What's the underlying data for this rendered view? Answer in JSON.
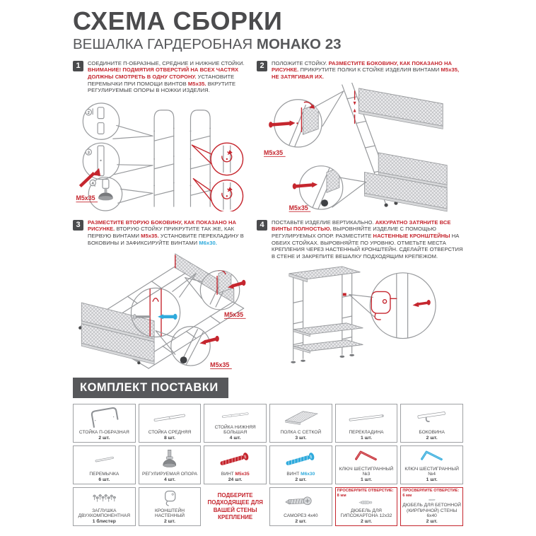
{
  "header": {
    "title": "СХЕМА СБОРКИ",
    "subtitle": "ВЕШАЛКА ГАРДЕРОБНАЯ",
    "subtitle_bold": "МОНАКО 23"
  },
  "colors": {
    "accent_red": "#C5262E",
    "accent_blue": "#2FAADC",
    "dark": "#4A4B4D"
  },
  "steps": [
    {
      "number": "1",
      "segments": [
        {
          "t": "СОЕДИНИТЕ П-ОБРАЗНЫЕ, СРЕДНИЕ И НИЖНИЕ СТОЙКИ. "
        },
        {
          "t": "ВНИМАНИЕ! ПОДМЯТИЯ ОТВЕРСТИЙ НА ВСЕХ ЧАСТЯХ ДОЛЖНЫ СМОТРЕТЬ В ОДНУ СТОРОНУ.",
          "c": "red"
        },
        {
          "t": " УСТАНОВИТЕ ПЕРЕМЫЧКИ ПРИ ПОМОЩИ ВИНТОВ "
        },
        {
          "t": "М5х35.",
          "c": "red"
        },
        {
          "t": " ВКРУТИТЕ РЕГУЛИРУЕМЫЕ ОПОРЫ В НОЖКИ ИЗДЕЛИЯ."
        }
      ],
      "diagram_labels": [
        "М5х35"
      ],
      "marks": [
        "2",
        "3",
        "4"
      ]
    },
    {
      "number": "2",
      "segments": [
        {
          "t": "ПОЛОЖИТЕ СТОЙКУ. "
        },
        {
          "t": "РАЗМЕСТИТЕ БОКОВИНУ, КАК ПОКАЗАНО НА РИСУНКЕ.",
          "c": "red"
        },
        {
          "t": " ПРИКРУТИТЕ ПОЛКИ К СТОЙКЕ ИЗДЕЛИЯ ВИНТАМИ "
        },
        {
          "t": "М5х35, НЕ ЗАТЯГИВАЯ ИХ.",
          "c": "red"
        }
      ],
      "diagram_labels": [
        "М5х35",
        "М5х35"
      ]
    },
    {
      "number": "3",
      "segments": [
        {
          "t": "РАЗМЕСТИТЕ ВТОРУЮ БОКОВИНУ, КАК ПОКАЗАНО НА РИСУНКЕ.",
          "c": "red"
        },
        {
          "t": " ВТОРУЮ СТОЙКУ ПРИКРУТИТЕ ТАК ЖЕ, КАК ПЕРВУЮ ВИНТАМИ "
        },
        {
          "t": "М5х35.",
          "c": "red"
        },
        {
          "t": " УСТАНОВИТЕ ПЕРЕКЛАДИНУ В БОКОВИНЫ И ЗАФИКСИРУЙТЕ ВИНТАМИ "
        },
        {
          "t": "М6х30.",
          "c": "blue"
        }
      ],
      "diagram_labels": [
        "М5х35",
        "М5х35"
      ]
    },
    {
      "number": "4",
      "segments": [
        {
          "t": "ПОСТАВЬТЕ ИЗДЕЛИЕ ВЕРТИКАЛЬНО. "
        },
        {
          "t": "АККУРАТНО ЗАТЯНИТЕ ВСЕ ВИНТЫ ПОЛНОСТЬЮ.",
          "c": "red"
        },
        {
          "t": " ВЫРОВНЯЙТЕ ИЗДЕЛИЕ С ПОМОЩЬЮ РЕГУЛИРУЕМЫХ ОПОР. РАЗМЕСТИТЕ "
        },
        {
          "t": "НАСТЕННЫЕ КРОНШТЕЙНЫ",
          "c": "red"
        },
        {
          "t": " НА ОБЕИХ СТОЙКАХ. ВЫРОВНЯЙТЕ ПО УРОВНЮ. ОТМЕТЬТЕ МЕСТА КРЕПЛЕНИЯ ЧЕРЕЗ НАСТЕННЫЙ КРОНШТЕЙН. СДЕЛАЙТЕ ОТВЕРСТИЯ В СТЕНЕ И ЗАКРЕПИТЕ ВЕШАЛКУ ПОДХОДЯЩИМ КРЕПЕЖОМ."
        }
      ],
      "diagram_labels": []
    }
  ],
  "kit": {
    "title": "КОМПЛЕКТ ПОСТАВКИ",
    "items": [
      {
        "name": "СТОЙКА П-ОБРАЗНАЯ",
        "qty": "2 шт.",
        "icon": "u-frame-icon"
      },
      {
        "name": "СТОЙКА СРЕДНЯЯ",
        "qty": "8 шт.",
        "icon": "middle-tube-icon"
      },
      {
        "name": "СТОЙКА НИЖНЯЯ БОЛЬШАЯ",
        "qty": "4 шт.",
        "icon": "lower-tube-icon"
      },
      {
        "name": "ПОЛКА С СЕТКОЙ",
        "qty": "3 шт.",
        "icon": "mesh-shelf-icon"
      },
      {
        "name": "ПЕРЕКЛАДИНА",
        "qty": "1 шт.",
        "icon": "rod-icon"
      },
      {
        "name": "БОКОВИНА",
        "qty": "2 шт.",
        "icon": "side-panel-icon"
      },
      {
        "name": "ПЕРЕМЫЧКА",
        "qty": "6 шт.",
        "icon": "crossbar-icon"
      },
      {
        "name": "РЕГУЛИРУЕМАЯ ОПОРА",
        "qty": "4 шт.",
        "icon": "adjustable-foot-icon"
      },
      {
        "name": "ВИНТ ",
        "name_accent": "М5х35",
        "accent": "red",
        "qty": "24 шт.",
        "icon": "screw-red-icon"
      },
      {
        "name": "ВИНТ ",
        "name_accent": "М6х30",
        "accent": "blue",
        "qty": "2 шт.",
        "icon": "screw-blue-icon"
      },
      {
        "name": "КЛЮЧ ШЕСТИГРАННЫЙ №3",
        "qty": "1 шт.",
        "icon": "hex-key-red-icon"
      },
      {
        "name": "КЛЮЧ ШЕСТИГРАННЫЙ №4",
        "qty": "1 шт.",
        "icon": "hex-key-blue-icon"
      },
      {
        "name": "ЗАГЛУШКА ДВУХКОМПОНЕНТНАЯ",
        "qty": "1 блистер",
        "icon": "caps-blister-icon"
      },
      {
        "name": "КРОНШТЕЙН НАСТЕННЫЙ",
        "qty": "2 шт.",
        "icon": "wall-bracket-icon"
      },
      {
        "type": "note",
        "note": "ПОДБЕРИТЕ ПОДХОДЯЩЕЕ ДЛЯ ВАШЕЙ СТЕНЫ КРЕПЛЕНИЕ"
      },
      {
        "name": "САМОРЕЗ 4х40",
        "qty": "2 шт.",
        "icon": "self-tapping-screw-icon"
      },
      {
        "name": "ДЮБЕЛЬ ДЛЯ ГИПСОКАРТОНА 12х32",
        "qty": "2 шт.",
        "icon": "drywall-dowel-icon",
        "frame": "red",
        "drill_note": "ПРОСВЕРЛИТЕ ОТВЕРСТИЕ:",
        "drill_size": "8 мм"
      },
      {
        "name": "ДЮБЕЛЬ ДЛЯ БЕТОННОЙ (КИРПИЧНОЙ) СТЕНЫ 6х40",
        "qty": "2 шт.",
        "icon": "concrete-dowel-icon",
        "frame": "red",
        "drill_note": "ПРОСВЕРЛИТЕ ОТВЕРСТИЕ:",
        "drill_size": "6 мм"
      }
    ]
  }
}
